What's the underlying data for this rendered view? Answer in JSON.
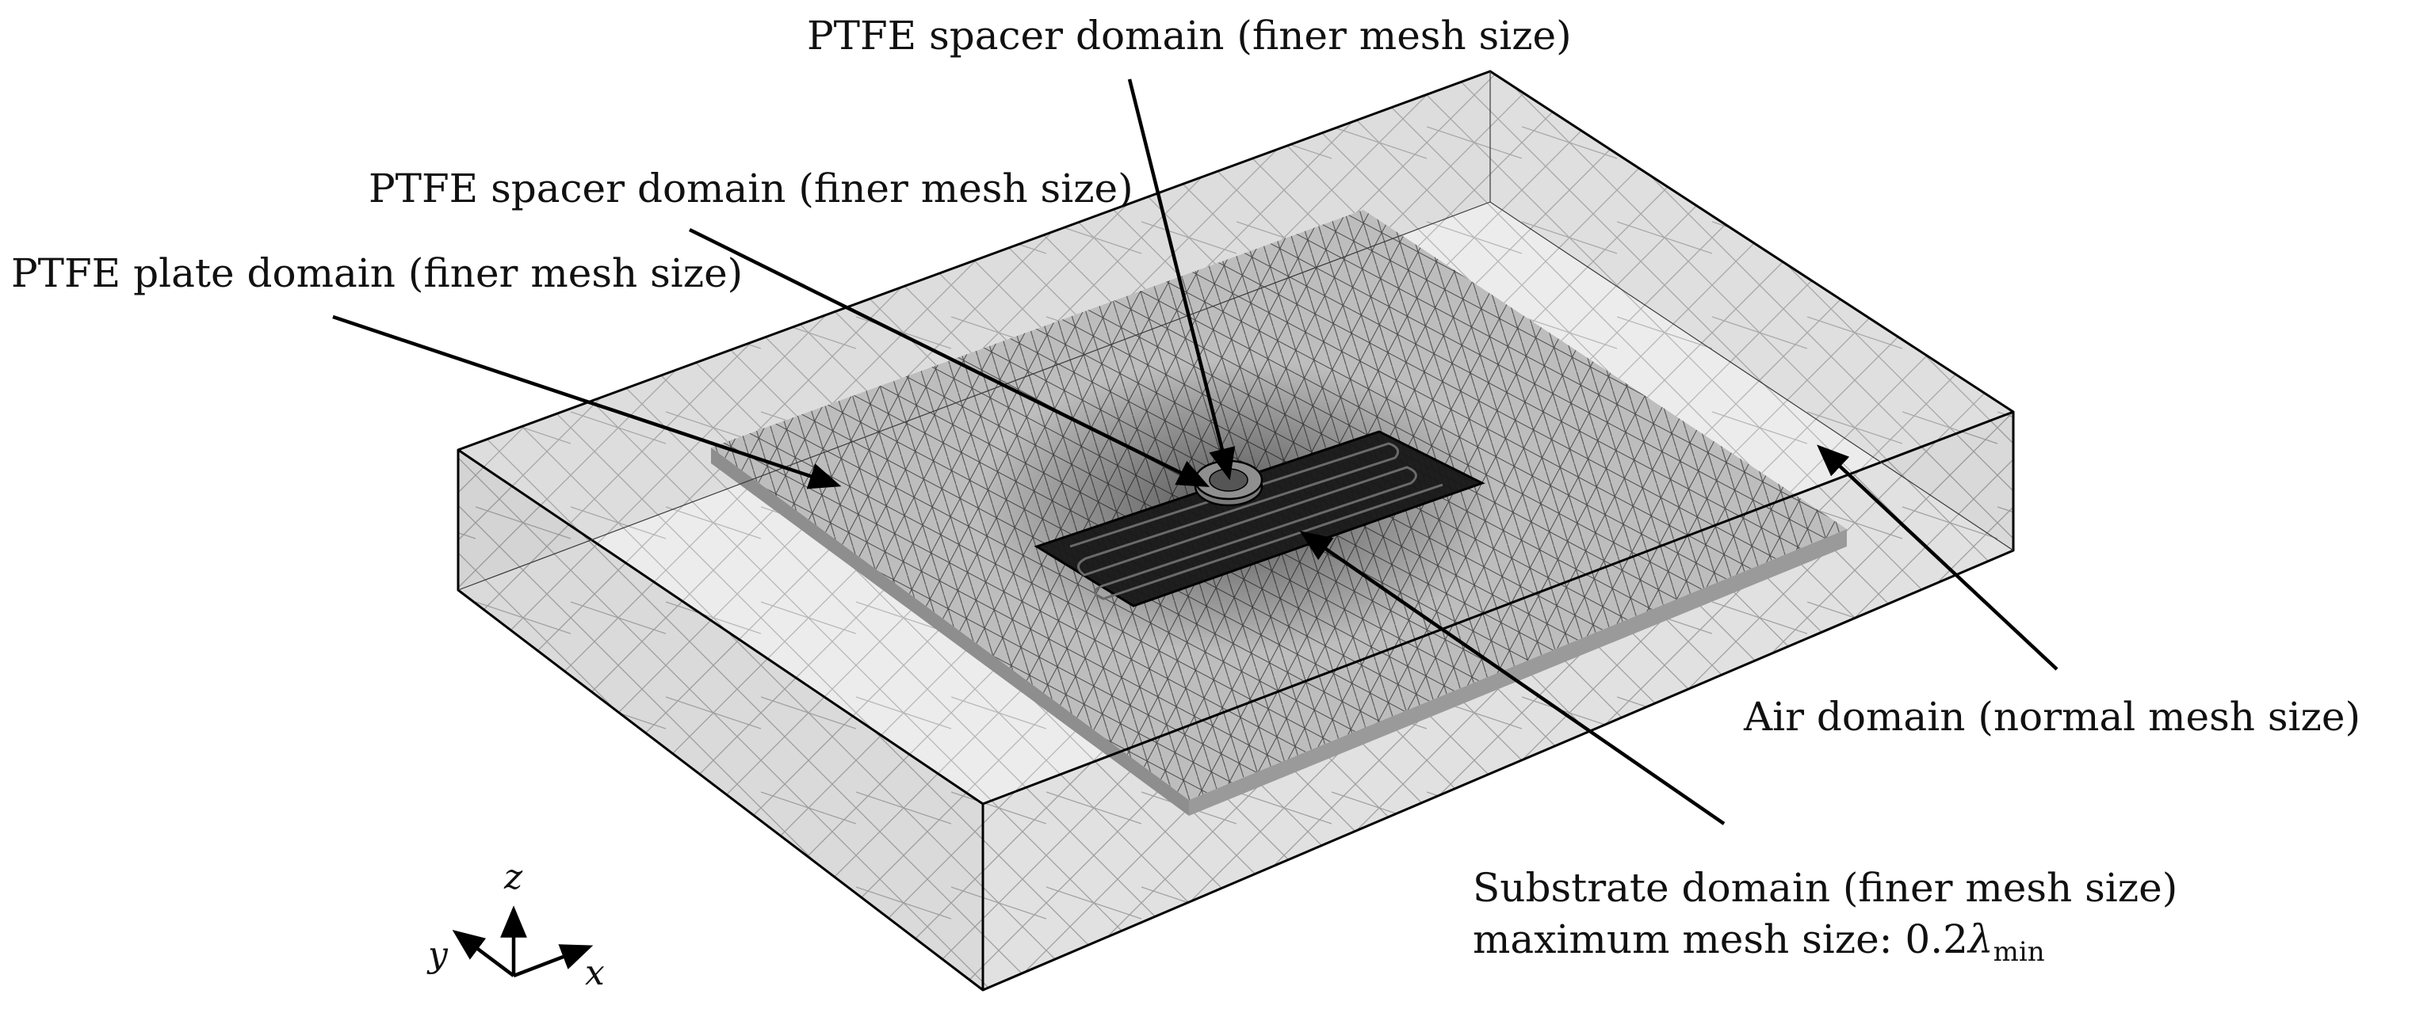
{
  "labels": {
    "spacer_top": "PTFE spacer domain (finer mesh size)",
    "spacer_mid": "PTFE spacer domain (finer mesh size)",
    "plate": "PTFE plate domain (finer mesh size)",
    "air": "Air domain (normal mesh size)",
    "substrate_line1": "Substrate domain (finer mesh size)",
    "substrate_line2_prefix": "maximum mesh size: 0.2",
    "substrate_line2_symbol": "λ",
    "substrate_line2_sub": "min"
  },
  "axes": {
    "x": "x",
    "y": "y",
    "z": "z"
  },
  "colors": {
    "air_box_fill": "#d4d4d4",
    "air_box_floor": "#ececec",
    "plate_fill": "#b8b8b8",
    "substrate_fill": "#1e1e1e",
    "mesh_line": "#3a3a3a",
    "leader_line": "#000000"
  }
}
